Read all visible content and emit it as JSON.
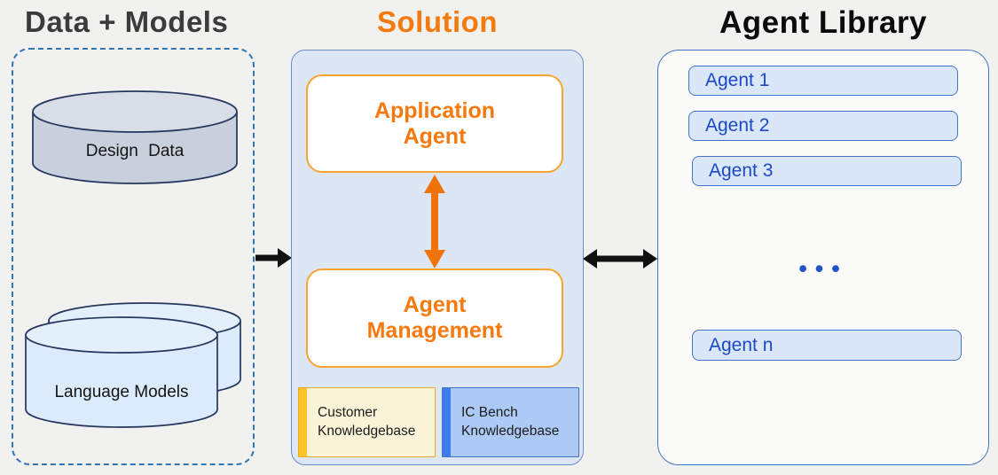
{
  "diagram": {
    "data_models": {
      "title": "Data + Models",
      "design_data_label": "Design Data",
      "language_models_label": "Language Models"
    },
    "solution": {
      "title": "Solution",
      "application_agent_label": "Application Agent",
      "agent_management_label": "Agent Management",
      "customer_kb_label": "Customer Knowledgebase",
      "icbench_kb_label": "IC Bench Knowledgebase"
    },
    "agent_library": {
      "title": "Agent Library",
      "agents": [
        "Agent 1",
        "Agent 2",
        "Agent 3"
      ],
      "ellipsis": "•••",
      "agent_n": "Agent n"
    },
    "colors": {
      "background": "#f1f1ef",
      "title_dark": "#3b3b3b",
      "accent_orange": "#f5790d",
      "orange_border": "#f9a42c",
      "blue_border": "#4472c4",
      "dashed_border_blue": "#2e75b6",
      "solution_fill": "#dce6f5",
      "library_fill": "#fbfbf9",
      "agent_item_fill": "#d9e7f8",
      "agent_text_blue": "#1c48c8",
      "customer_kb_fill": "#faf3d8",
      "customer_kb_accent": "#ffc428",
      "icbench_kb_fill": "#accaf5",
      "icbench_kb_accent": "#3d7ce9",
      "design_cylinder_fill": "#c9d0dd",
      "language_cylinder_fill": "#dcebfb",
      "cylinder_stroke": "#24365e",
      "arrow_black": "#111111",
      "arrow_orange": "#f0730a"
    }
  }
}
